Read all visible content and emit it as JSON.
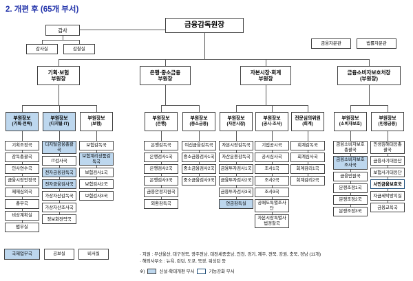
{
  "title": "2. 개편 후 (65개 부서)",
  "governor": "금융감독원장",
  "auditor": {
    "label": "감사",
    "subs": [
      "감사실",
      "감찰실"
    ]
  },
  "advisors": [
    "금융자문관",
    "법률자문관"
  ],
  "colors": {
    "highlight": "#bdd7ee",
    "strong_border": "#1f4e79",
    "title_blue": "#2233aa"
  },
  "divisions": [
    {
      "name": "기획·보험",
      "name2": "부원장",
      "groups": [
        {
          "title": "부원장보",
          "sub": "(기획·전략)",
          "hl": true,
          "depts": [
            {
              "label": "기획조정국"
            },
            {
              "label": "감독총괄국"
            },
            {
              "label": "인사연수국"
            },
            {
              "label": "금융시장안정국"
            },
            {
              "label": "제재심의국"
            },
            {
              "label": "총무국"
            },
            {
              "label": "비상계획실"
            },
            {
              "label": "법무실"
            }
          ]
        },
        {
          "title": "부원장보",
          "sub": "(디지털·IT)",
          "hl": true,
          "depts": [
            {
              "label": "디지털금융총괄국",
              "hl": true
            },
            {
              "label": "IT검사국"
            },
            {
              "label": "전자금융감독국",
              "hl": true
            },
            {
              "label": "전자금융검사국",
              "hl": true
            },
            {
              "label": "가상자산감독국"
            },
            {
              "label": "가상자산조사국"
            },
            {
              "label": "정보화전략국"
            }
          ]
        },
        {
          "title": "부원장보",
          "sub": "(보험)",
          "hl": false,
          "depts": [
            {
              "label": "보험감독국"
            },
            {
              "label": "보험계리상품감독국",
              "hl": true
            },
            {
              "label": "보험검사1국"
            },
            {
              "label": "보험검사2국"
            },
            {
              "label": "보험검사3국"
            }
          ]
        }
      ]
    },
    {
      "name": "은행·중소금융",
      "name2": "부원장",
      "groups": [
        {
          "title": "부원장보",
          "sub": "(은행)",
          "hl": false,
          "depts": [
            {
              "label": "은행감독국"
            },
            {
              "label": "은행검사1국"
            },
            {
              "label": "은행검사2국"
            },
            {
              "label": "은행검사3국"
            },
            {
              "label": "금융안정지원국"
            },
            {
              "label": "외환감독국"
            }
          ]
        },
        {
          "title": "부원장보",
          "sub": "(중소금융)",
          "hl": false,
          "depts": [
            {
              "label": "여신금융감독국"
            },
            {
              "label": "중소금융검사1국"
            },
            {
              "label": "중소금융검사2국"
            },
            {
              "label": "중소금융검사3국"
            }
          ]
        }
      ]
    },
    {
      "name": "자본시장·회계",
      "name2": "부원장",
      "groups": [
        {
          "title": "부원장보",
          "sub": "(자본시장)",
          "hl": false,
          "depts": [
            {
              "label": "자본시장감독국"
            },
            {
              "label": "자산운용감독국"
            },
            {
              "label": "금융투자검사1국"
            },
            {
              "label": "금융투자검사2국"
            },
            {
              "label": "금융투자검사3국"
            },
            {
              "label": "연금감독실",
              "hl": true
            }
          ]
        },
        {
          "title": "부원장보",
          "sub": "(공시·조사)",
          "hl": false,
          "depts": [
            {
              "label": "기업공시국"
            },
            {
              "label": "공시심사국"
            },
            {
              "label": "조사1국"
            },
            {
              "label": "조사2국"
            },
            {
              "label": "조사3국"
            },
            {
              "label": "공매도특별조사단"
            },
            {
              "label": "자본시장특별사법경찰국"
            }
          ]
        },
        {
          "title": "전문심의위원",
          "sub": "(회계)",
          "hl": false,
          "depts": [
            {
              "label": "회계감독국"
            },
            {
              "label": "회계심사국"
            },
            {
              "label": "회계감리1국"
            },
            {
              "label": "회계감리2국"
            }
          ]
        }
      ]
    },
    {
      "name": "금융소비자보호처장",
      "name2": "(부원장)",
      "groups": [
        {
          "title": "부원장보",
          "sub": "(소비자보호)",
          "hl": false,
          "depts": [
            {
              "label": "금융소비자보호총괄국"
            },
            {
              "label": "금융소비자보호조사국",
              "hl": true
            },
            {
              "label": "금융민원국"
            },
            {
              "label": "분쟁조정1국"
            },
            {
              "label": "분쟁조정2국"
            },
            {
              "label": "분쟁조정3국"
            }
          ]
        },
        {
          "title": "부원장보",
          "sub": "(민생금융)",
          "hl": false,
          "depts": [
            {
              "label": "민생침해대응총괄국"
            },
            {
              "label": "금융사기대응단"
            },
            {
              "label": "보험사기대응단"
            },
            {
              "label": "서민금융보호국",
              "strong": true
            },
            {
              "label": "자금세탁방지실"
            },
            {
              "label": "금융교육국"
            }
          ]
        }
      ]
    }
  ],
  "extra_row": [
    {
      "label": "국제업무국",
      "hl": true
    },
    {
      "label": "공보실"
    },
    {
      "label": "비서실"
    }
  ],
  "notes": [
    "· 지원 : 부산울산, 대구경북, 광주전남, 대전세종충남, 인천, 경기, 제주, 전북, 강원, 충북, 경남 (11개)",
    "· 해외사무소 : 뉴욕, 런던, 도쿄, 북경, 워싱턴 등"
  ],
  "legend": {
    "prefix": "※)",
    "items": [
      {
        "label": "신설·확대개편 부서",
        "style": "hl"
      },
      {
        "label": "기능강화 부서",
        "style": "strong"
      }
    ]
  }
}
